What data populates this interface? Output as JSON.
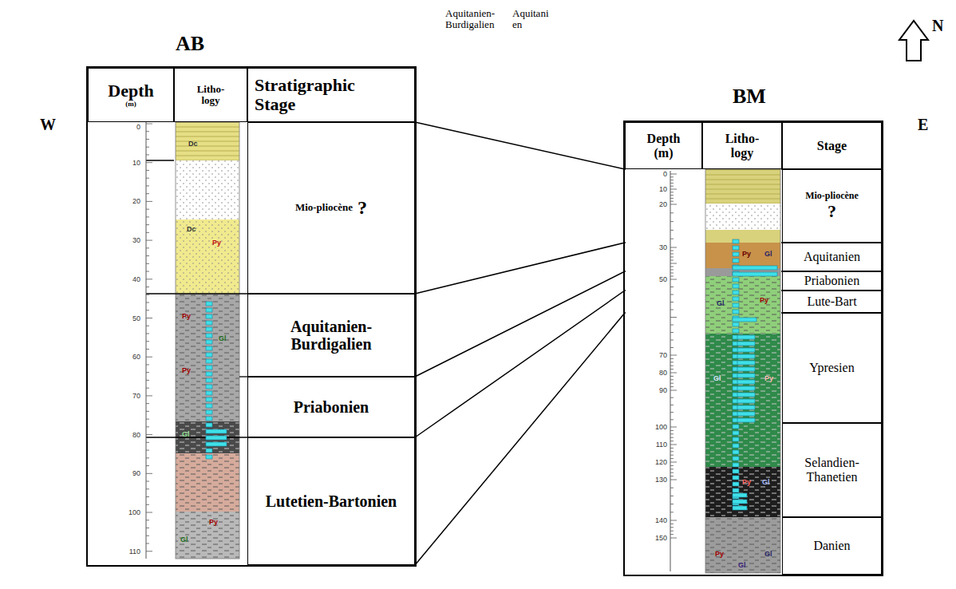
{
  "diagram": {
    "nodes": [
      {
        "text": [
          "AB"
        ]
      },
      {
        "text": [
          "Depth",
          "(m)"
        ],
        "in": 0
      },
      {
        "text": [
          "Litho- logy"
        ],
        "in": 0
      },
      {
        "text": [
          "Stratigraphic Stage"
        ],
        "in": 0
      },
      {
        "text": [
          "Mio-pliocène",
          "?"
        ],
        "in": 0
      },
      {
        "text": [
          "Aquitanien-Burdigalien"
        ],
        "in": 0
      },
      {
        "text": [
          "Priabonien"
        ],
        "in": 0
      },
      {
        "text": [
          "Lutetien-Bartonien"
        ],
        "in": 0
      },
      {
        "text": [
          "BM"
        ]
      },
      {
        "text": [
          "Depth (m)"
        ],
        "in": 8
      },
      {
        "text": [
          "Litho- logy"
        ],
        "in": 8
      },
      {
        "text": [
          "Stage"
        ],
        "in": 8
      },
      {
        "text": [
          "Mio-pliocène",
          "?"
        ],
        "in": 8
      },
      {
        "text": [
          "Aquitanien"
        ],
        "in": 8
      },
      {
        "text": [
          "Priabonien"
        ],
        "in": 8
      },
      {
        "text": [
          "Lute-Bart"
        ],
        "in": 8
      },
      {
        "text": [
          "Ypresien"
        ],
        "in": 8
      },
      {
        "text": [
          "Selandien-Thanetien"
        ],
        "in": 8
      },
      {
        "text": [
          "Danien"
        ],
        "in": 8
      }
    ],
    "edges": [
      {
        "from": 4,
        "to": 12,
        "arrow": "none"
      },
      {
        "from": 5,
        "to": 13,
        "arrow": "none"
      },
      {
        "from": 6,
        "to": 14,
        "arrow": "none"
      },
      {
        "from": 7,
        "to": 15,
        "arrow": "none"
      },
      {
        "from": 7,
        "to": 16,
        "arrow": "none"
      }
    ],
    "labels": [
      "W",
      "E",
      "N",
      "Aquitanien-Burdigalien",
      "Aquitani en",
      "0",
      "10",
      "20",
      "30",
      "40",
      "50",
      "60",
      "70",
      "80",
      "90",
      "100",
      "110",
      "0",
      "10",
      "20",
      "30",
      "50",
      "70",
      "80",
      "90",
      "100",
      "110",
      "120",
      "130",
      "140",
      "150",
      "Dc",
      "Dc",
      "Py",
      "Py",
      "Gl",
      "Py",
      "Gl",
      "Gl",
      "Py",
      "Py",
      "Gl",
      "Py",
      "Gl",
      "Gl",
      "Py",
      "Py",
      "Gl",
      "Py",
      "Gl",
      "Gl"
    ]
  }
}
